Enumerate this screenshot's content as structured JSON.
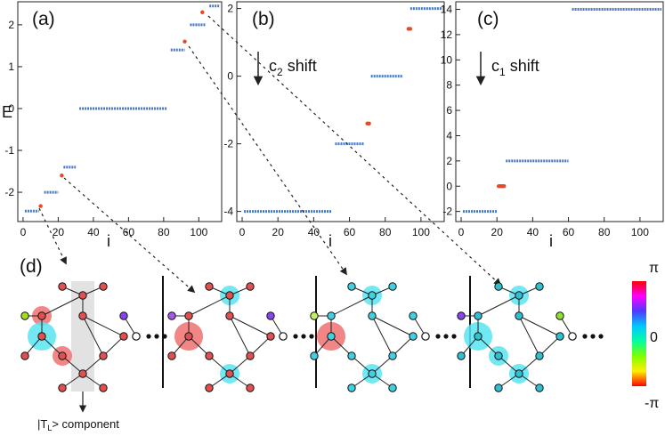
{
  "panels": {
    "a": {
      "label": "(a)"
    },
    "b": {
      "label": "(b)",
      "annotation": "c",
      "annotation_sub": "2",
      "annotation_tail": " shift"
    },
    "c": {
      "label": "(c)",
      "annotation": "c",
      "annotation_sub": "1",
      "annotation_tail": " shift"
    },
    "d": {
      "label": "(d)",
      "caption_pre": "|T",
      "caption_sub": "L",
      "caption_post": "> component"
    }
  },
  "colorbar": {
    "top_label": "π",
    "mid_label": "0",
    "bottom_label": "-π",
    "stops": [
      "#ff0000",
      "#ff00ff",
      "#4b3bff",
      "#00c8ff",
      "#00ffa0",
      "#80ff00",
      "#ffee00",
      "#ff0000"
    ]
  },
  "colors": {
    "series": "#4a78c2",
    "edge_state": "#e24a2a",
    "lattice_line": "#222222"
  },
  "chart_data": [
    {
      "type": "scatter",
      "id": "a",
      "xlabel": "i",
      "ylabel": "E",
      "xlim": [
        -3,
        113
      ],
      "ylim": [
        -2.7,
        2.55
      ],
      "xticks": [
        0,
        20,
        40,
        60,
        80,
        100
      ],
      "yticks": [
        -2,
        -1,
        0,
        1,
        2
      ],
      "series": [
        {
          "role": "bulk",
          "points": [
            [
              1,
              -2.45
            ],
            [
              9,
              -2.45
            ],
            [
              12,
              -2.0
            ],
            [
              20,
              -2.0
            ],
            [
              23,
              -1.4
            ],
            [
              30,
              -1.4
            ],
            [
              32,
              0
            ],
            [
              82,
              0
            ],
            [
              84,
              1.4
            ],
            [
              92,
              1.4
            ],
            [
              95,
              2.0
            ],
            [
              104,
              2.0
            ],
            [
              106,
              2.45
            ],
            [
              112,
              2.45
            ]
          ]
        },
        {
          "role": "edge",
          "x": [
            10,
            22,
            92,
            102
          ],
          "y": [
            -2.33,
            -1.6,
            1.6,
            2.3
          ]
        }
      ]
    },
    {
      "type": "scatter",
      "id": "b",
      "xlabel": "i",
      "ylabel": "",
      "xlim": [
        -3,
        113
      ],
      "ylim": [
        -4.3,
        2.2
      ],
      "xticks": [
        0,
        20,
        40,
        60,
        80,
        100
      ],
      "yticks": [
        -4,
        -2,
        0,
        2
      ],
      "series": [
        {
          "role": "bulk",
          "points": [
            [
              1,
              -4
            ],
            [
              50,
              -4
            ],
            [
              52,
              -2
            ],
            [
              68,
              -2
            ],
            [
              72,
              0
            ],
            [
              90,
              0
            ],
            [
              94,
              2
            ],
            [
              112,
              2
            ]
          ]
        },
        {
          "role": "edge",
          "x": [
            70,
            71,
            93,
            94
          ],
          "y": [
            -1.4,
            -1.4,
            1.4,
            1.4
          ]
        }
      ]
    },
    {
      "type": "scatter",
      "id": "c",
      "xlabel": "i",
      "ylabel": "",
      "xlim": [
        -3,
        113
      ],
      "ylim": [
        -2.8,
        14.6
      ],
      "xticks": [
        0,
        20,
        40,
        60,
        80,
        100
      ],
      "yticks": [
        -2,
        0,
        2,
        4,
        6,
        8,
        10,
        12,
        14
      ],
      "series": [
        {
          "role": "bulk",
          "points": [
            [
              1,
              -2
            ],
            [
              20,
              -2
            ],
            [
              25,
              2
            ],
            [
              60,
              2
            ],
            [
              62,
              14
            ],
            [
              112,
              14
            ]
          ]
        },
        {
          "role": "edge",
          "x": [
            21,
            22,
            23,
            24
          ],
          "y": [
            0,
            0,
            0,
            0
          ]
        }
      ]
    }
  ]
}
